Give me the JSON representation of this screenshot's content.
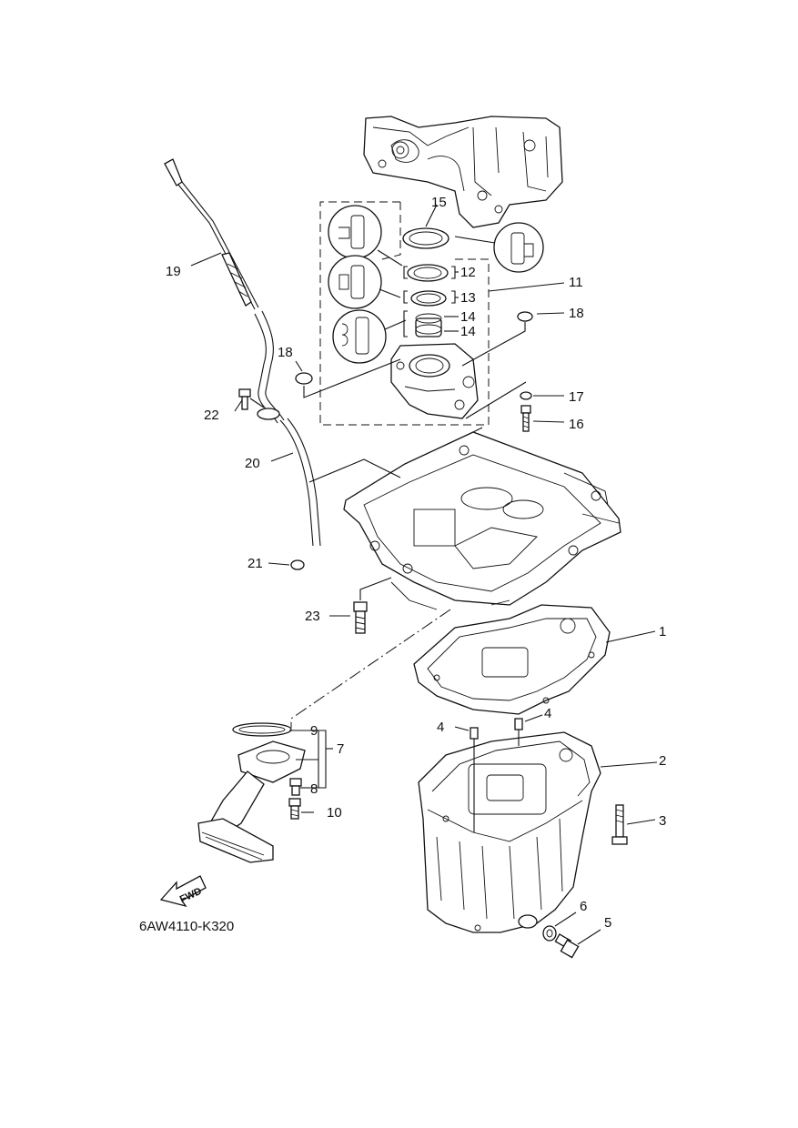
{
  "diagram": {
    "code": "6AW4110-K320",
    "fwd_label": "FWD",
    "callouts": [
      {
        "id": "c1",
        "text": "1"
      },
      {
        "id": "c2",
        "text": "2"
      },
      {
        "id": "c3",
        "text": "3"
      },
      {
        "id": "c4a",
        "text": "4"
      },
      {
        "id": "c4b",
        "text": "4"
      },
      {
        "id": "c5",
        "text": "5"
      },
      {
        "id": "c6",
        "text": "6"
      },
      {
        "id": "c7",
        "text": "7"
      },
      {
        "id": "c8",
        "text": "8"
      },
      {
        "id": "c9",
        "text": "9"
      },
      {
        "id": "c10",
        "text": "10"
      },
      {
        "id": "c11",
        "text": "11"
      },
      {
        "id": "c12",
        "text": "12"
      },
      {
        "id": "c13",
        "text": "13"
      },
      {
        "id": "c14a",
        "text": "14"
      },
      {
        "id": "c14b",
        "text": "14"
      },
      {
        "id": "c15",
        "text": "15"
      },
      {
        "id": "c16",
        "text": "16"
      },
      {
        "id": "c17",
        "text": "17"
      },
      {
        "id": "c18a",
        "text": "18"
      },
      {
        "id": "c18b",
        "text": "18"
      },
      {
        "id": "c19",
        "text": "19"
      },
      {
        "id": "c20",
        "text": "20"
      },
      {
        "id": "c21",
        "text": "21"
      },
      {
        "id": "c22",
        "text": "22"
      },
      {
        "id": "c23",
        "text": "23"
      }
    ]
  }
}
